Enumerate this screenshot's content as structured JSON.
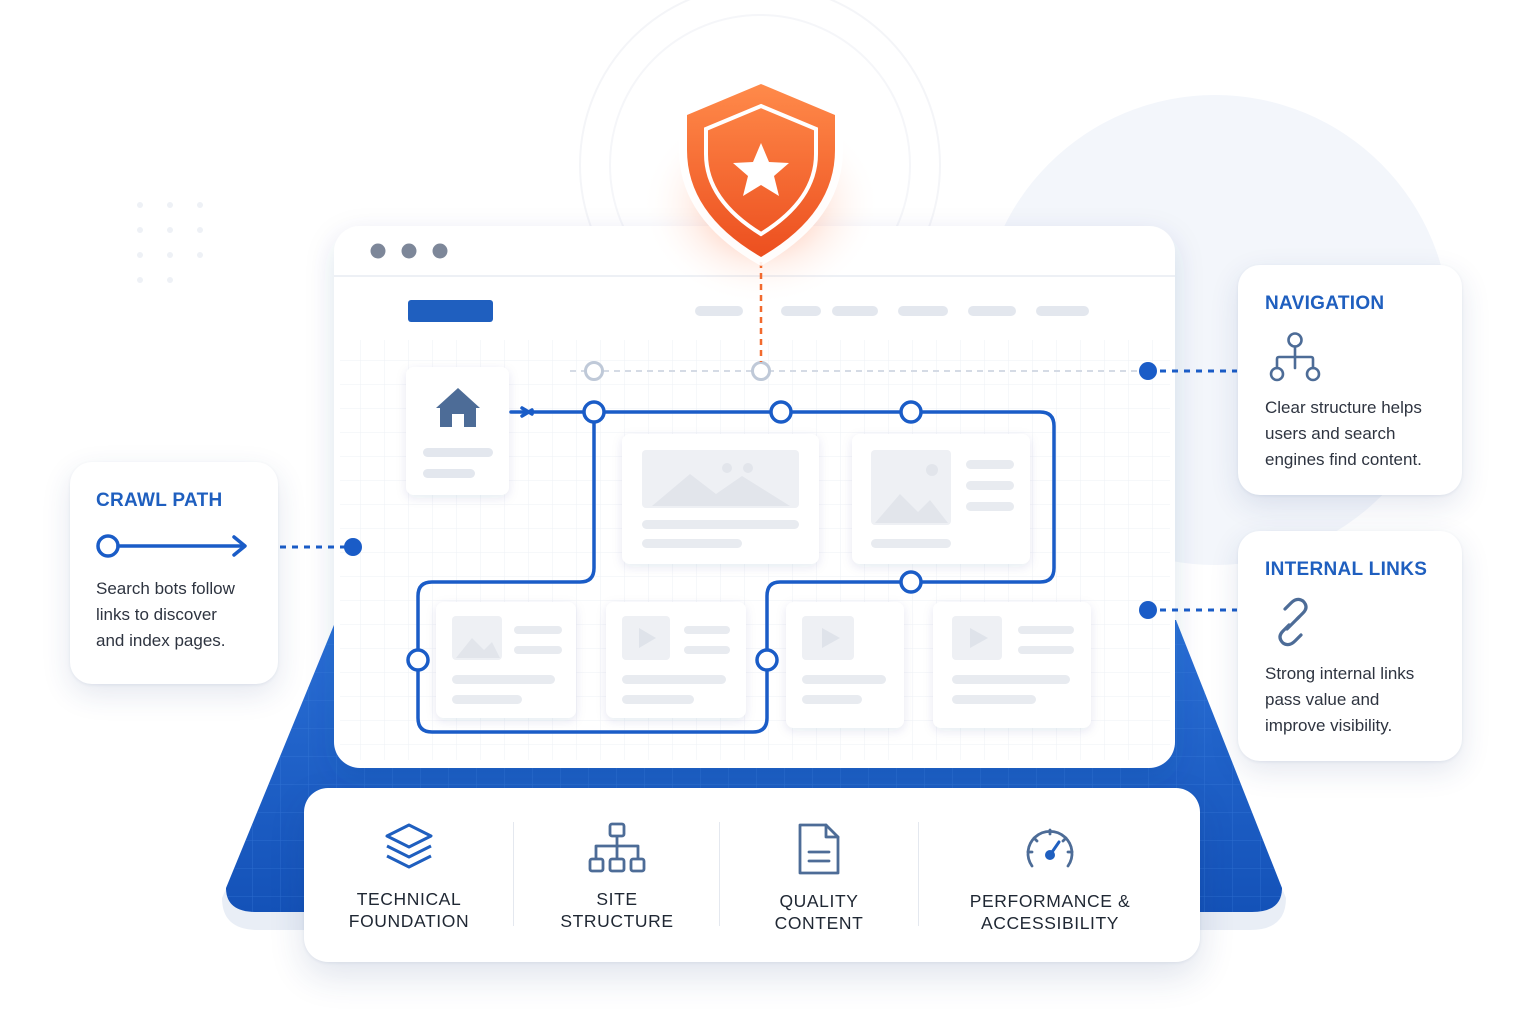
{
  "callouts": {
    "crawl_path": {
      "title": "CRAWL PATH",
      "lines": [
        "Search bots follow",
        "links to discover",
        "and index pages."
      ],
      "icon": "arrow-path-icon"
    },
    "navigation": {
      "title": "NAVIGATION",
      "lines": [
        "Clear structure helps",
        "users and search",
        "engines find content."
      ],
      "icon": "hierarchy-icon"
    },
    "internal_links": {
      "title": "INTERNAL LINKS",
      "lines": [
        "Strong internal links",
        "pass value and",
        "improve visibility."
      ],
      "icon": "chain-link-icon"
    }
  },
  "pillars": [
    {
      "lines": [
        "TECHNICAL",
        "FOUNDATION"
      ],
      "icon": "layers-icon"
    },
    {
      "lines": [
        "SITE",
        "STRUCTURE"
      ],
      "icon": "sitemap-icon"
    },
    {
      "lines": [
        "QUALITY",
        "CONTENT"
      ],
      "icon": "document-icon"
    },
    {
      "lines": [
        "PERFORMANCE &",
        "ACCESSIBILITY"
      ],
      "icon": "gauge-icon"
    }
  ],
  "colors": {
    "accent_blue": "#1f5fbf",
    "link_blue": "#1a5cc7",
    "shield_orange": "#f26a2e",
    "text_dark": "#2e3440"
  }
}
